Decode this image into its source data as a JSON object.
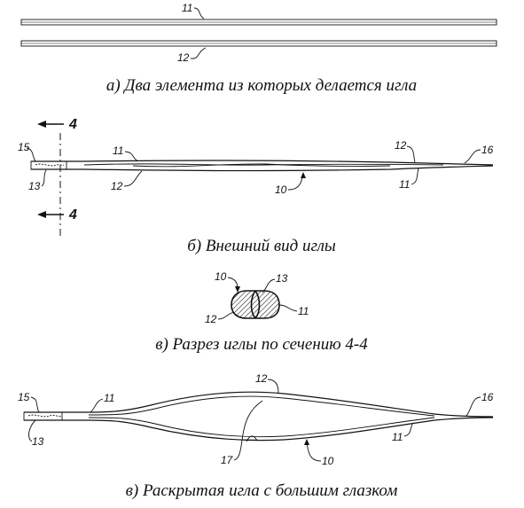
{
  "panels": {
    "a": {
      "caption": "а) Два элемента из которых делается игла",
      "labels": [
        "11",
        "12"
      ]
    },
    "b": {
      "caption": "б) Внешний вид иглы",
      "labels": [
        "15",
        "13",
        "11",
        "12",
        "10",
        "12",
        "16",
        "11"
      ],
      "section_marks": [
        "4",
        "4"
      ]
    },
    "c": {
      "caption": "в) Разрез иглы по сечению 4-4",
      "labels": [
        "10",
        "13",
        "12",
        "11"
      ]
    },
    "d": {
      "caption": "в) Раскрытая игла с большим глазком",
      "labels": [
        "15",
        "11",
        "12",
        "16",
        "13",
        "17",
        "10",
        "11"
      ]
    }
  },
  "colors": {
    "ink": "#111111",
    "background": "#ffffff"
  }
}
